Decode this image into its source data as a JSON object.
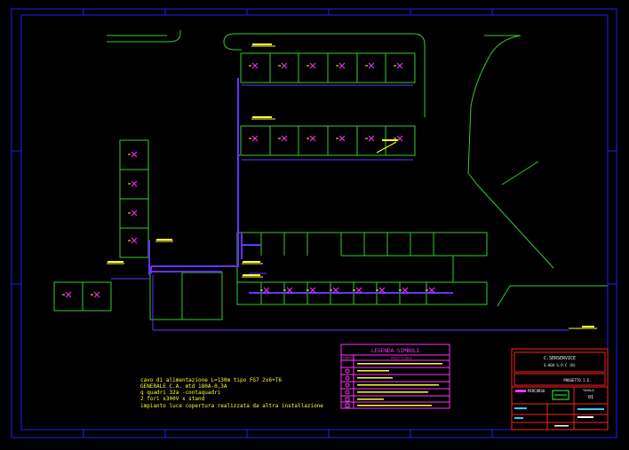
{
  "colors": {
    "background": "#000000",
    "frame": "#2020ff",
    "outline": "#33cc33",
    "conduit": "#6633ff",
    "symbol": "#ff33ff",
    "label": "#ffff33",
    "titleblock": "#ff2020"
  },
  "notes": {
    "line1": "cavo di alimentazione L=130m tipo FG7 2x6+T6",
    "line2": "GENERALE C.A. mtd 180A-0,3A",
    "line3": "q quadri 32a -contaquadri",
    "line4": "2 fori x300V x stand",
    "line5": "impianto luce copertura realizzata da altra installazione"
  },
  "legend": {
    "title": "LEGENDA SIMBOLI",
    "col_symbol": "Simbolo",
    "col_desc": "Descrizione"
  },
  "titleblock": {
    "company": "C.SERSERVICE",
    "address": "S.AGO S.P.C (B)",
    "project": "PROGETTO I.E.",
    "drawing_label": "PERCORSO",
    "sheet_label": "TAVOLA",
    "sheet_number": "01"
  }
}
